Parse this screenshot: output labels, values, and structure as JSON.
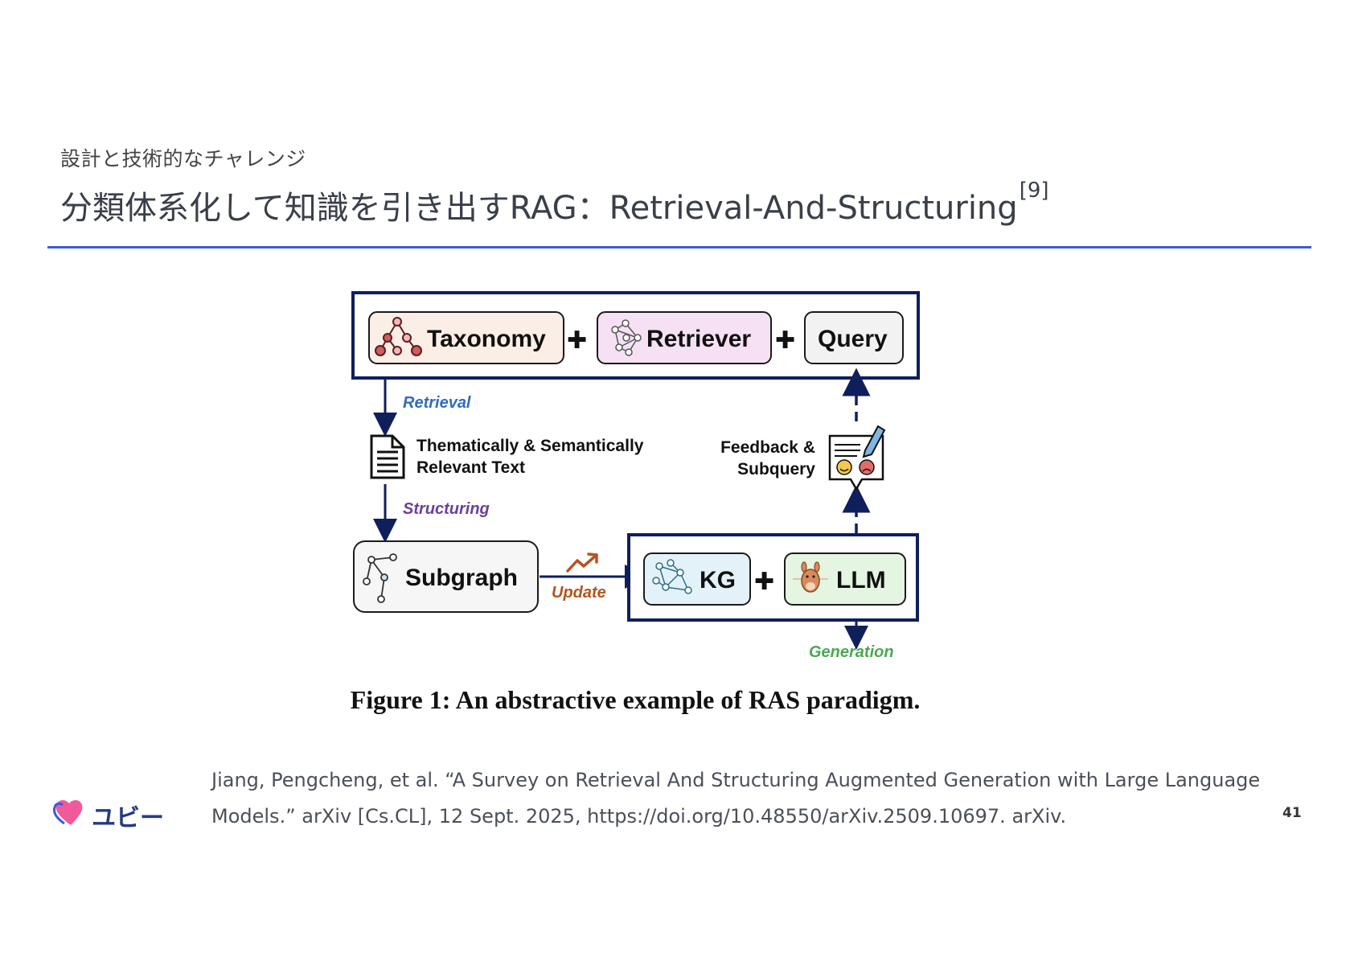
{
  "header": {
    "subtitle": "設計と技術的なチャレンジ",
    "title": "分類体系化して知識を引き出すRAG：Retrieval-And-Structuring",
    "title_ref": "[9]"
  },
  "figure": {
    "top_box": {
      "items": [
        "Taxonomy",
        "Retriever",
        "Query"
      ],
      "plus": "✚"
    },
    "labels": {
      "retrieval": "Retrieval",
      "text_line1": "Thematically & Semantically",
      "text_line2": "Relevant Text",
      "structuring": "Structuring",
      "subgraph": "Subgraph",
      "update": "Update",
      "feedback_line1": "Feedback &",
      "feedback_line2": "Subquery",
      "kg": "KG",
      "llm": "LLM",
      "generation": "Generation"
    },
    "colors": {
      "navy": "#0f1f5c",
      "retrieval": "#2f6cbf",
      "structuring": "#6a3ea1",
      "update": "#b8521c",
      "generation": "#4aa852",
      "taxonomy_bg": "#fbeee6",
      "retriever_bg": "#f5e1f3",
      "query_bg": "#f2f2f2",
      "kg_bg": "#e3f2f8",
      "llm_bg": "#e4f5e1"
    },
    "caption": "Figure 1: An abstractive example of RAS paradigm."
  },
  "reference": {
    "line1": "Jiang, Pengcheng, et al. “A Survey on Retrieval And Structuring Augmented Generation with Large Language",
    "line2": "Models.” arXiv [Cs.CL], 12 Sept. 2025, https://doi.org/10.48550/arXiv.2509.10697. arXiv."
  },
  "footer": {
    "logo_text": "ユビー",
    "page_number": "41"
  }
}
